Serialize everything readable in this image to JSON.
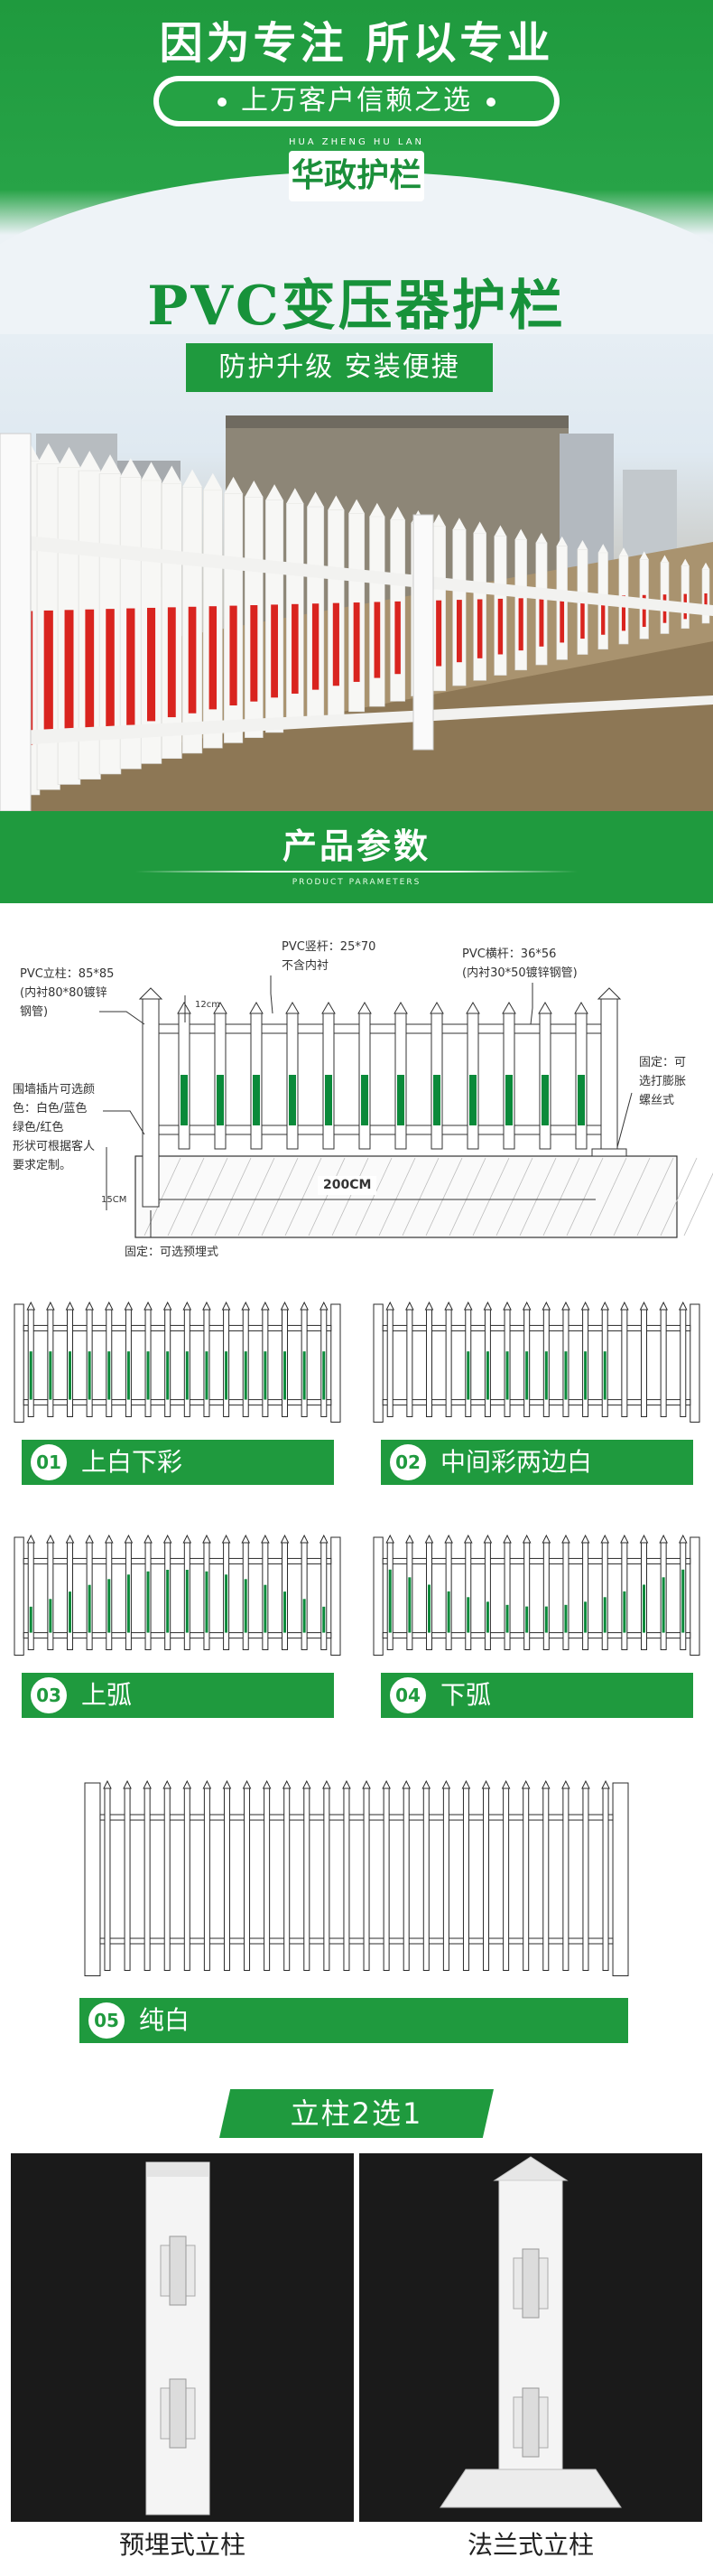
{
  "hero": {
    "title": "因为专注 所以专业",
    "slogan": "上万客户信赖之选",
    "logo_pinyin": "HUA ZHENG HU LAN",
    "logo_text": "华政护栏",
    "product_name": "PVC变压器护栏",
    "product_tag": "防护升级 安装便捷"
  },
  "params": {
    "title": "产品参数",
    "subtitle": "PRODUCT PARAMETERS"
  },
  "diagram": {
    "post_label": [
      "PVC立柱：85*85",
      "(内衬80*80镀锌",
      "钢管)"
    ],
    "picket_label": [
      "PVC竖杆：25*70",
      "不含内衬"
    ],
    "rail_label": [
      "PVC横杆：36*56",
      "(内衬30*50镀锌钢管)"
    ],
    "color_label": [
      "围墙插片可选颜",
      "色：白色/蓝色",
      "绿色/红色",
      "形状可根据客人",
      "要求定制。"
    ],
    "fix_right_label": [
      "固定：可",
      "选打膨胀",
      "螺丝式"
    ],
    "fix_bottom_label": "固定：可选预埋式",
    "top_dim": "12cm",
    "bottom_dim": "15CM",
    "width_dim": "200CM"
  },
  "styles": [
    {
      "num": "01",
      "label": "上白下彩"
    },
    {
      "num": "02",
      "label": "中间彩两边白"
    },
    {
      "num": "03",
      "label": "上弧"
    },
    {
      "num": "04",
      "label": "下弧"
    },
    {
      "num": "05",
      "label": "纯白"
    }
  ],
  "posts": {
    "title": "立柱2选1",
    "left_caption": "预埋式立柱",
    "right_caption": "法兰式立柱"
  },
  "colors": {
    "brand_green": "#1f9a3e",
    "accent_green": "#0a8a3a",
    "stripe_red": "#d9241f"
  }
}
